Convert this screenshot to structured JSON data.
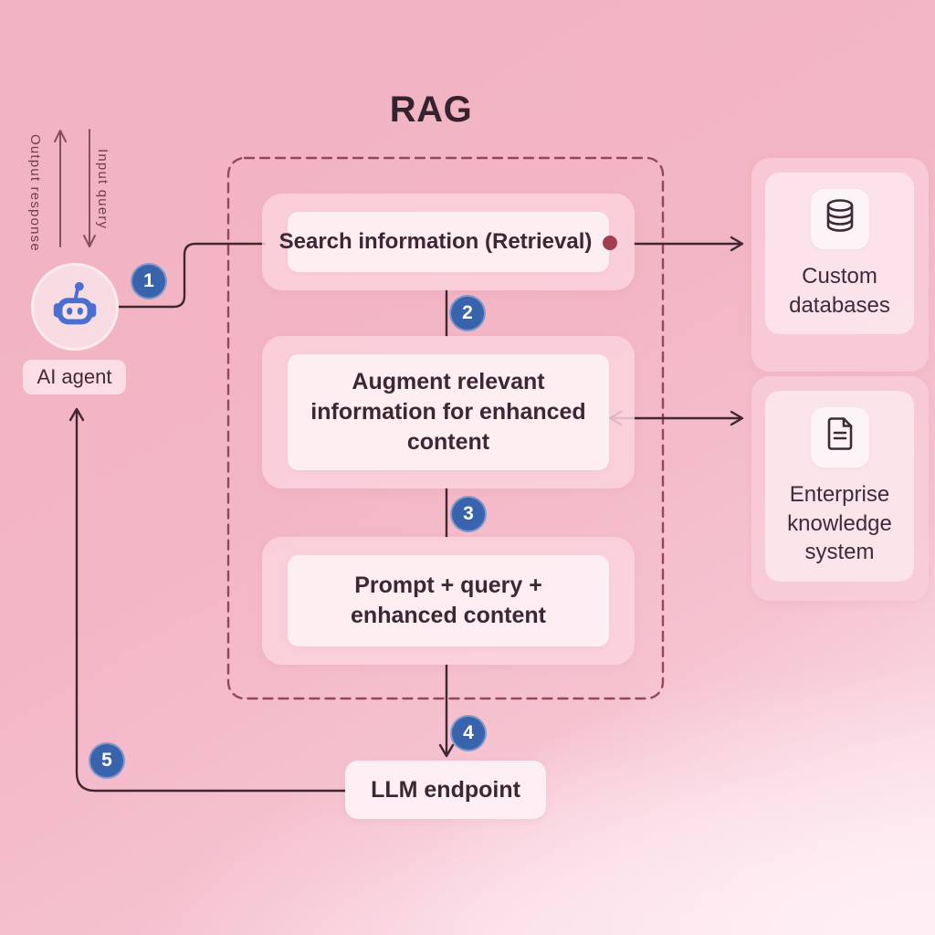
{
  "title": "RAG",
  "io": {
    "output_label": "Output response",
    "input_label": "Input query"
  },
  "agent": {
    "label": "AI agent",
    "icon": "robot-icon"
  },
  "steps": [
    "1",
    "2",
    "3",
    "4",
    "5"
  ],
  "pipeline": {
    "search_label": "Search information (Retrieval)",
    "augment_label": "Augment relevant information for enhanced content",
    "prompt_label": "Prompt + query + enhanced content"
  },
  "sources": [
    {
      "label": "Custom databases",
      "icon": "database-icon"
    },
    {
      "label": "Enterprise knowledge system",
      "icon": "document-icon"
    }
  ],
  "llm": {
    "label": "LLM endpoint"
  },
  "colors": {
    "background_top": "#f2b3c2",
    "background_bottom": "#fdeaf0",
    "panel_outer": "#fad3de",
    "panel_inner": "#fdeff3",
    "card_outer": "#f9cdd9",
    "card_inner": "#fce5ec",
    "icon_tile": "#fdf4f7",
    "dashed_border": "#96465a",
    "line": "#402533",
    "step_badge": "#3a63ae",
    "robot_blue": "#4b6fd0",
    "retrieval_dot": "#a13e52",
    "text_dark": "#3d2734"
  }
}
